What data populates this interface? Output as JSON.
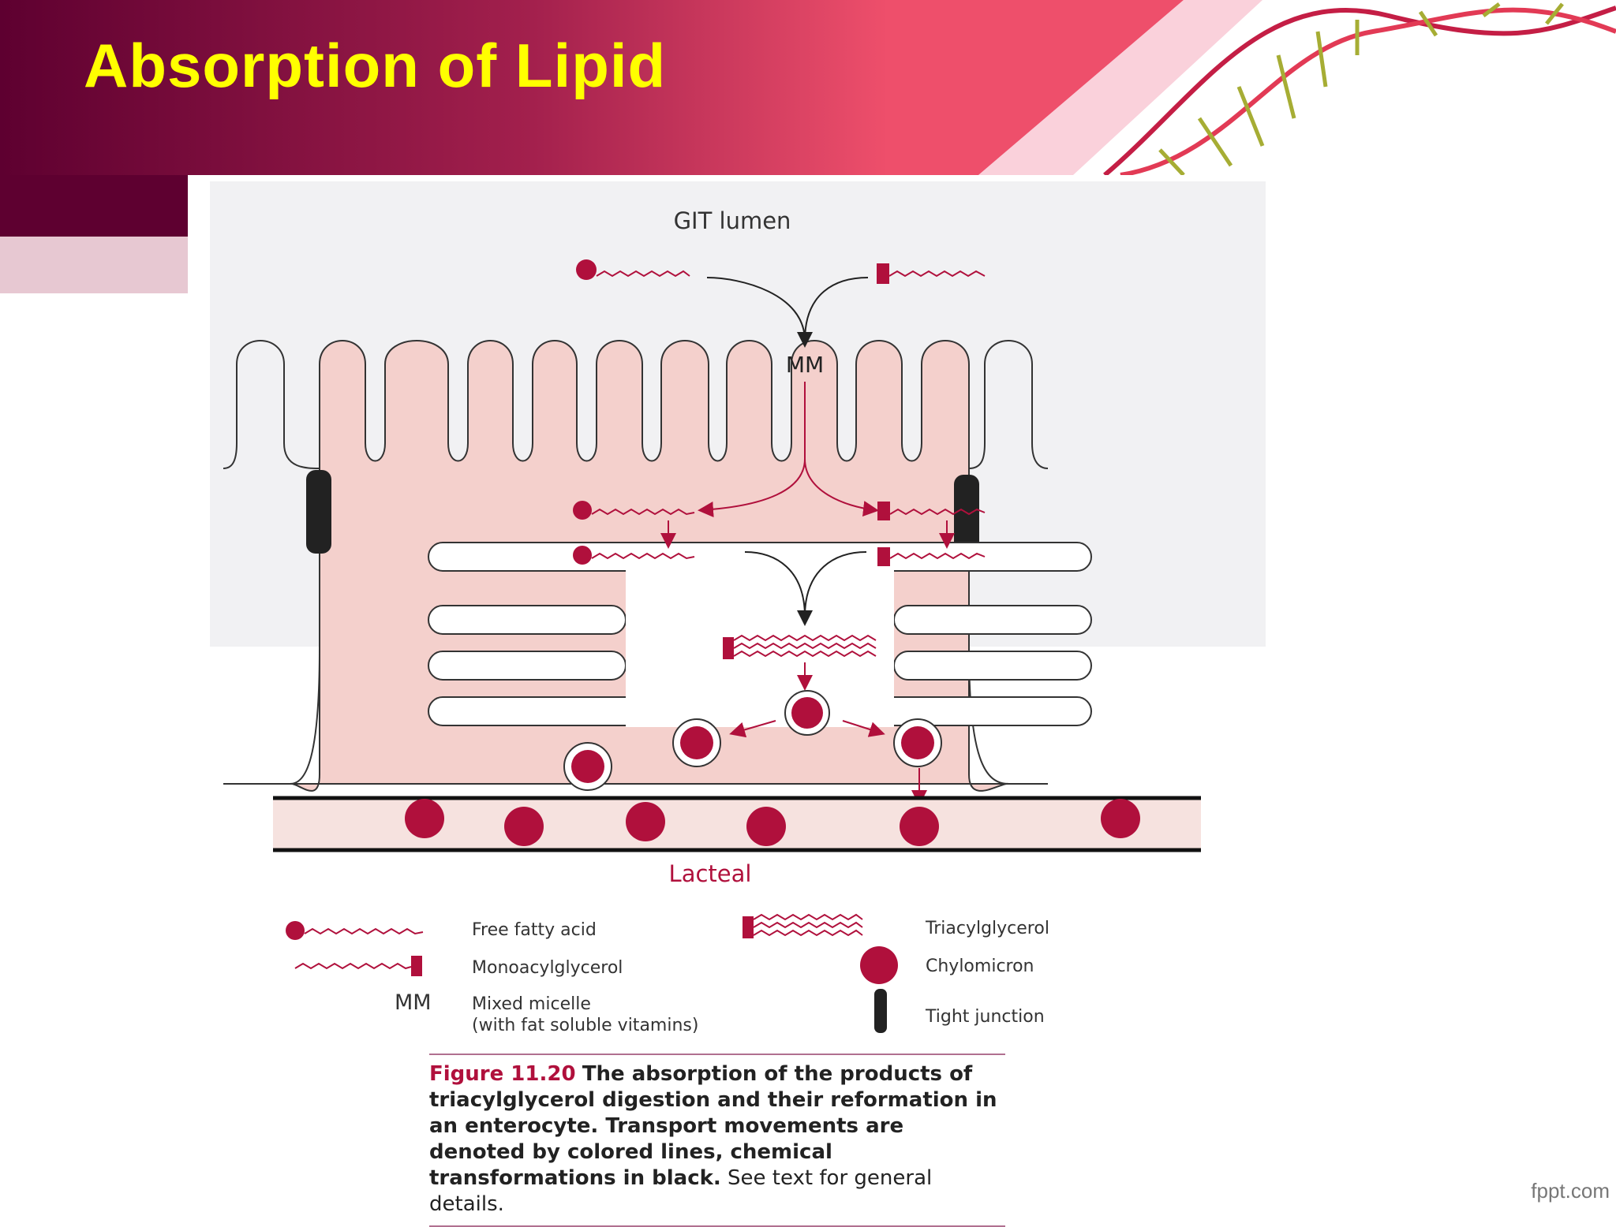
{
  "slide": {
    "title": "Absorption of Lipid",
    "footer_brand": "fppt.com"
  },
  "diagram": {
    "lumen_label": "GIT lumen",
    "micelle_label": "MM",
    "lacteal_label": "Lacteal"
  },
  "legend": {
    "free_fatty_acid": "Free fatty acid",
    "monoacylglycerol": "Monoacylglycerol",
    "mm_abbrev": "MM",
    "mixed_micelle": "Mixed micelle",
    "mixed_micelle_note": "(with fat soluble vitamins)",
    "triacylglycerol": "Triacylglycerol",
    "chylomicron": "Chylomicron",
    "tight_junction": "Tight junction"
  },
  "caption": {
    "figure_number": "Figure 11.20",
    "bold_text": "The absorption of the products of triacylglycerol digestion and their reformation in an enterocyte. Transport movements are denoted by colored lines, chemical transformations in black.",
    "plain_text": "See text for general details."
  },
  "colors": {
    "banner_dark": "#5e0030",
    "banner_mid": "#a3204d",
    "banner_light": "#ee4f6b",
    "title": "#ffff00",
    "lipid_red": "#b0103c",
    "cell_fill": "#f4d0cc",
    "lumen_fill": "#f1f1f3"
  }
}
